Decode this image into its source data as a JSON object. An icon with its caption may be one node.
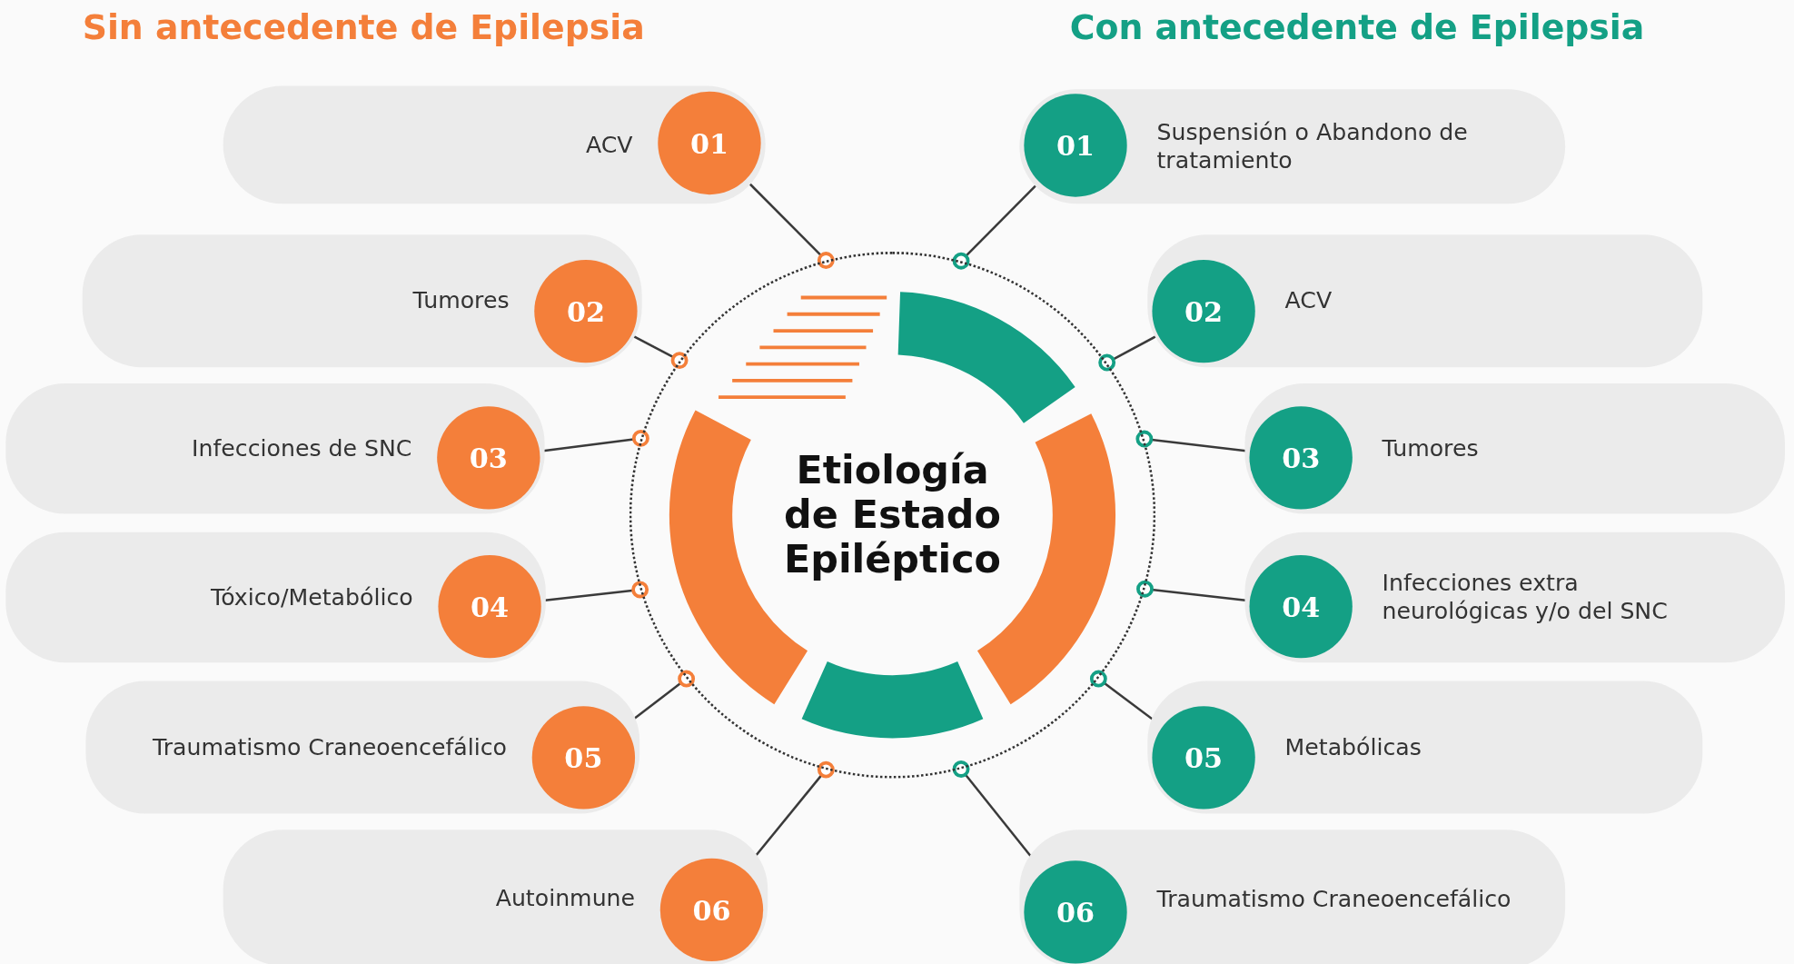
{
  "diagram": {
    "nodes": [
      {
        "text": [
          "Etiología de Estado Epiléptico"
        ]
      },
      {
        "text": [
          "ACV"
        ]
      },
      {
        "text": [
          "01"
        ],
        "in": 1
      },
      {
        "text": [
          "Tumores"
        ]
      },
      {
        "text": [
          "02"
        ],
        "in": 3
      },
      {
        "text": [
          "Infecciones de SNC"
        ]
      },
      {
        "text": [
          "03"
        ],
        "in": 5
      },
      {
        "text": [
          "Tóxico/Metabólico"
        ]
      },
      {
        "text": [
          "04"
        ],
        "in": 7
      },
      {
        "text": [
          "Traumatismo Craneoencefálico"
        ]
      },
      {
        "text": [
          "05"
        ],
        "in": 9
      },
      {
        "text": [
          "Autoinmune"
        ]
      },
      {
        "text": [
          "06"
        ],
        "in": 11
      },
      {
        "text": [
          "01"
        ],
        "in": 14
      },
      {
        "text": [
          "Suspensión o Abandono de tratamiento"
        ]
      },
      {
        "text": [
          "02"
        ],
        "in": 16
      },
      {
        "text": [
          "ACV"
        ]
      },
      {
        "text": [
          "03"
        ],
        "in": 18
      },
      {
        "text": [
          "Tumores"
        ]
      },
      {
        "text": [
          "04"
        ],
        "in": 20
      },
      {
        "text": [
          "Infecciones extra neurológicas y/o del SNC"
        ]
      },
      {
        "text": [
          "05"
        ],
        "in": 22
      },
      {
        "text": [
          "Metabólicas"
        ]
      },
      {
        "text": [
          "06"
        ],
        "in": 24
      },
      {
        "text": [
          "Traumatismo Craneoencefálico"
        ]
      }
    ],
    "edges": [
      {
        "from": 0,
        "to": 2,
        "arrow": "other"
      },
      {
        "from": 0,
        "to": 4,
        "arrow": "other"
      },
      {
        "from": 0,
        "to": 6,
        "arrow": "other"
      },
      {
        "from": 0,
        "to": 8,
        "arrow": "other"
      },
      {
        "from": 0,
        "to": 10,
        "arrow": "other"
      },
      {
        "from": 0,
        "to": 12,
        "arrow": "other"
      },
      {
        "from": 0,
        "to": 13,
        "arrow": "other"
      },
      {
        "from": 0,
        "to": 15,
        "arrow": "other"
      },
      {
        "from": 0,
        "to": 17,
        "arrow": "other"
      },
      {
        "from": 0,
        "to": 19,
        "arrow": "other"
      },
      {
        "from": 0,
        "to": 21,
        "arrow": "other"
      },
      {
        "from": 0,
        "to": 23,
        "arrow": "other"
      }
    ],
    "labels": [
      "Sin antecedente de Epilepsia",
      "Con antecedente de Epilepsia"
    ]
  }
}
